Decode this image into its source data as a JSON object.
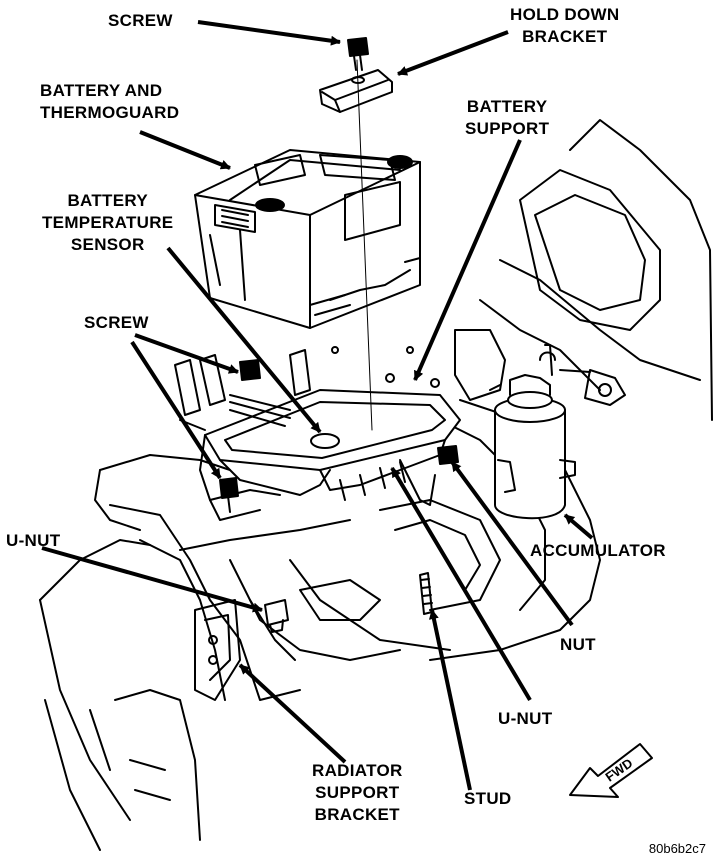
{
  "labels": {
    "screw_top": "SCREW",
    "hold_down_bracket": [
      "HOLD DOWN",
      "BRACKET"
    ],
    "battery_and_thermoguard": [
      "BATTERY AND",
      "THERMOGUARD"
    ],
    "battery_support": [
      "BATTERY",
      "SUPPORT"
    ],
    "battery_temperature_sensor": [
      "BATTERY",
      "TEMPERATURE",
      "SENSOR"
    ],
    "screw_left": "SCREW",
    "u_nut_left": "U-NUT",
    "accumulator": "ACCUMULATOR",
    "nut": "NUT",
    "u_nut_right": "U-NUT",
    "radiator_support_bracket": [
      "RADIATOR",
      "SUPPORT",
      "BRACKET"
    ],
    "stud": "STUD",
    "fwd": "FWD"
  },
  "reference_code": "80b6b2c7"
}
